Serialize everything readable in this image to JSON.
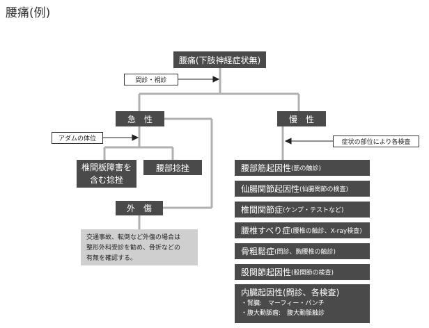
{
  "title": "腰痛(例)",
  "root": "腰痛(下肢神経症状無)",
  "note_top": "問診・視診",
  "acute": "急　性",
  "chronic": "慢　性",
  "note_adam": "アダムの体位",
  "note_symptom": "症状の部位により各検査",
  "acute_children": [
    "椎間板障害を含む捻挫",
    "腰部捻挫"
  ],
  "acute_children_lines": [
    "椎間板障害を",
    "含む捻挫"
  ],
  "trauma": "外　傷",
  "trauma_note": [
    "交通事故、転倒など外傷の場合は",
    "整形外科受診を勧め、骨折などの",
    "有無を確認する。"
  ],
  "chronic_items": [
    {
      "main": "腰部筋起因性",
      "sub": "(筋の触診)"
    },
    {
      "main": "仙腸関節起因性",
      "sub": "(仙腸関節の検査)"
    },
    {
      "main": "椎間関節症",
      "sub": "(ケンプ・テストなど)"
    },
    {
      "main": "腰椎すべり症",
      "sub": "(腰椎の触診、X-ray検査)"
    },
    {
      "main": "骨粗鬆症",
      "sub": "(問診、胸腰椎の触診)"
    },
    {
      "main": "股関節起因性",
      "sub": "(股関節の検査)"
    }
  ],
  "visceral": {
    "main": "内臓起因性(問診、各検査)",
    "lines": [
      "・腎臓:　マーフィー・パンチ",
      "・腹大動脈瘤:　腹大動脈触診"
    ]
  },
  "colors": {
    "box": "#4a4a4a",
    "line": "#b0b0b0",
    "gray_note": "#cfcfcf"
  }
}
